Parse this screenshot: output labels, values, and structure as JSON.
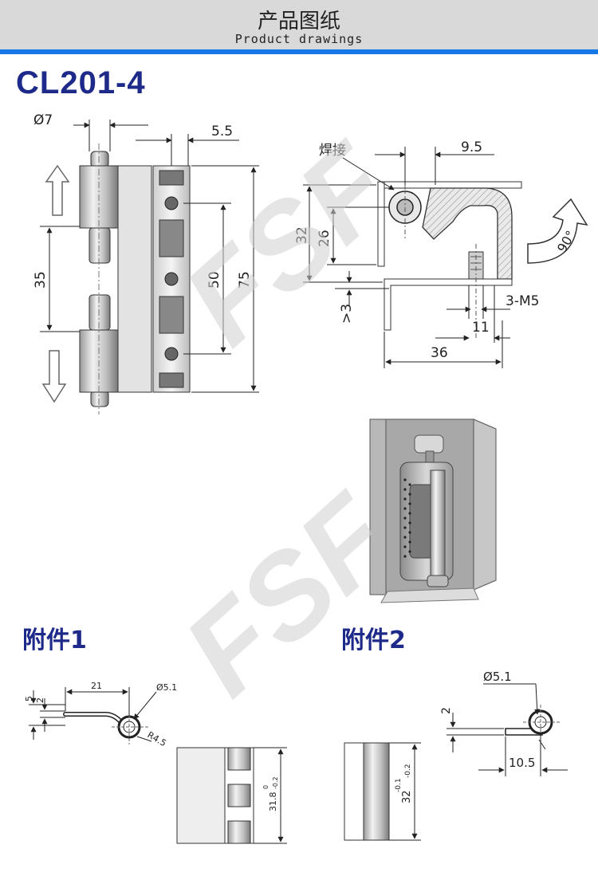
{
  "header": {
    "title": "产品图纸",
    "subtitle": "Product drawings"
  },
  "model": "CL201-4",
  "watermark": "FSF",
  "main_drawing": {
    "dims": {
      "pin_diameter": "Ø7",
      "leaf_thickness": "5.5",
      "gap": "35",
      "hole_spacing": "50",
      "length": "75"
    }
  },
  "side_view": {
    "weld_label": "焊接",
    "dims": {
      "offset": "9.5",
      "height_32": "32",
      "height_26": "26",
      "min_3": ">3",
      "thread": "3-M5",
      "pitch_11": "11",
      "width_36": "36"
    },
    "rotation": "90°"
  },
  "accessory1": {
    "label": "附件1",
    "dims": {
      "d1": "5",
      "d2": "2",
      "len": "21",
      "dia": "Ø5.1",
      "radius": "R4.5",
      "height": "31.8",
      "tol_up": "0",
      "tol_down": "-0.2"
    }
  },
  "accessory2": {
    "label": "附件2",
    "dims": {
      "dia": "Ø5.1",
      "thick": "2",
      "len": "10.5",
      "height": "32",
      "tol_up": "-0.1",
      "tol_down": "-0.2"
    }
  },
  "colors": {
    "brand": "#1e2a8a",
    "accent_bar": "#1677e6",
    "header_bg": "#d9d9d9"
  }
}
